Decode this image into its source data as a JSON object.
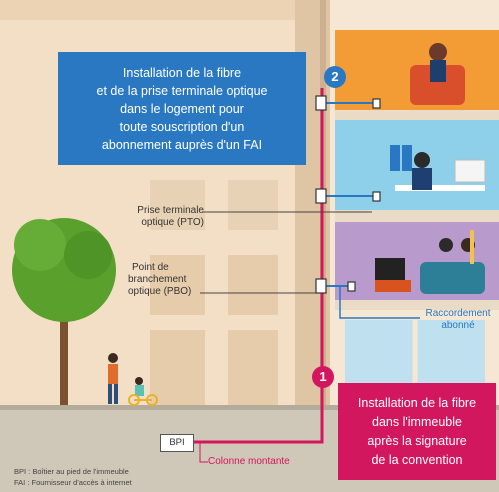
{
  "top_callout": {
    "lines": [
      "Installation de la fibre",
      "et de la prise terminale optique",
      "dans le logement pour",
      "toute souscription d'un",
      "abonnement auprès d'un FAI"
    ],
    "badge": "2",
    "color": "#2a78c2"
  },
  "bottom_callout": {
    "lines": [
      "Installation de la fibre",
      "dans l'immeuble",
      "après la signature",
      "de la convention"
    ],
    "badge": "1",
    "color": "#d3175e"
  },
  "labels": {
    "pto": [
      "Prise terminale",
      "optique (PTO)"
    ],
    "pbo": [
      "Point de",
      "branchement",
      "optique (PBO)"
    ],
    "raccordement": [
      "Raccordement",
      "abonné"
    ],
    "colonne": "Colonne montante",
    "bpi": "BPI"
  },
  "legend": [
    "BPI : Boîtier au pied de l'immeuble",
    "FAI : Fournisseur d'accès à internet"
  ]
}
